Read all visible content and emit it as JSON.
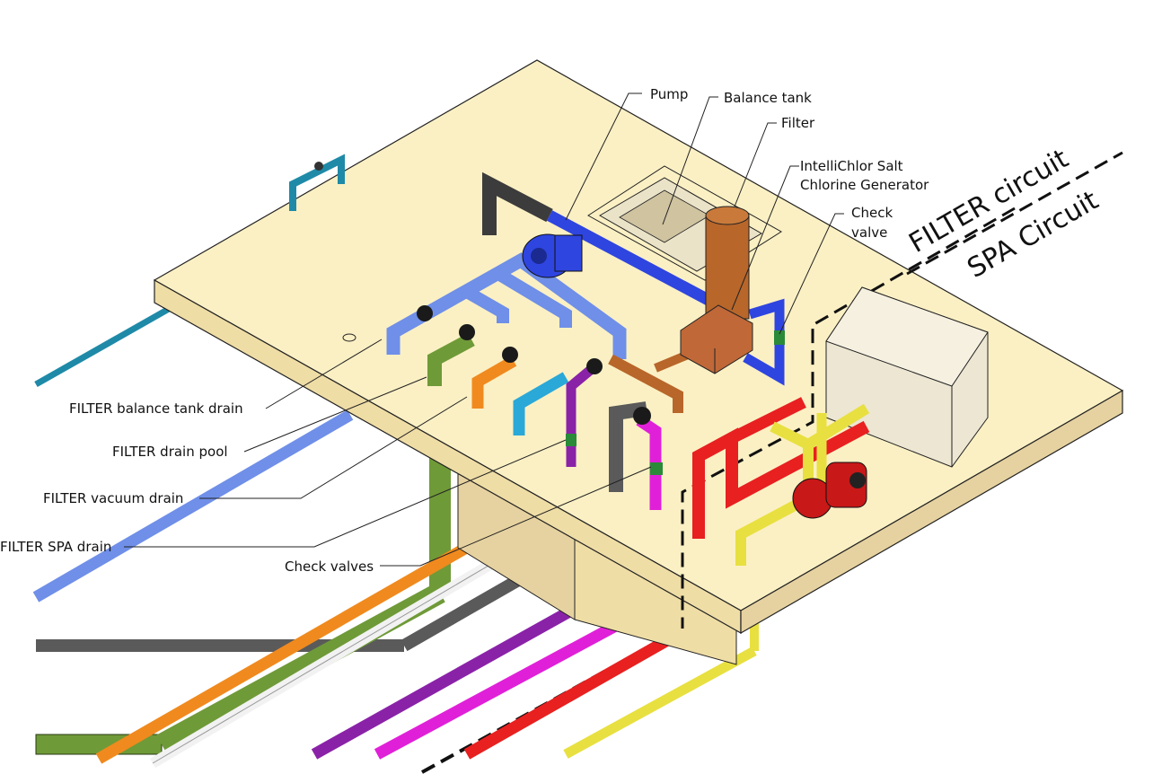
{
  "labels": {
    "pump": "Pump",
    "balance_tank": "Balance tank",
    "filter": "Filter",
    "chlorinator_line1": "IntelliChlor Salt",
    "chlorinator_line2": "Chlorine Generator",
    "check_valve_line1": "Check",
    "check_valve_line2": "valve",
    "filter_balance_tank_drain": "FILTER balance tank drain",
    "filter_drain_pool": "FILTER drain pool",
    "filter_vacuum_drain": "FILTER vacuum drain",
    "filter_spa_drain": "FILTER SPA drain",
    "check_valves": "Check valves"
  },
  "circuits": {
    "filter": "FILTER circuit",
    "spa": "SPA Circuit"
  },
  "colors": {
    "deck": "#fbf0c4",
    "deck_side": "#efdda6",
    "pit": "#e6d2a0",
    "blue": "#2f45e0",
    "light_blue": "#6f8fe8",
    "olive": "#6f9a38",
    "orange": "#f08a1e",
    "cyan": "#2aa8d8",
    "purple": "#8a22a8",
    "magenta": "#e020d8",
    "grey": "#5a5a5a",
    "red": "#e82020",
    "yellow": "#e8e040",
    "white_pipe": "#f2f2f2",
    "filter_copper": "#b8662a",
    "teal": "#1e8aa8",
    "heater": "#ece6d2"
  }
}
